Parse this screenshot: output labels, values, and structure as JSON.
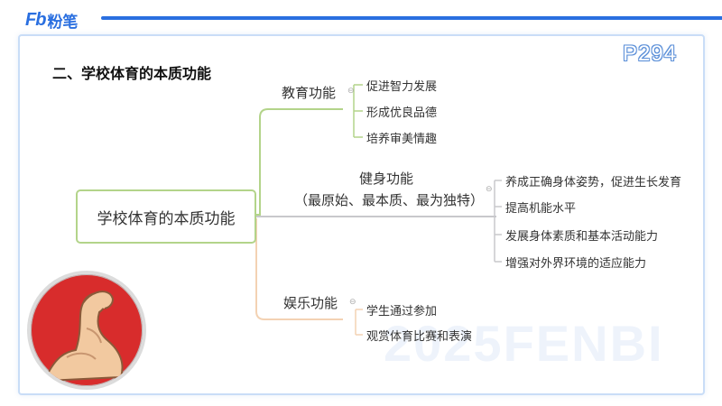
{
  "brand": {
    "logo_mark": "Fb",
    "logo_text": "粉笔",
    "watermark": "2025FENBI"
  },
  "page_ref": "P294",
  "section_title": "二、学校体育的本质功能",
  "mindmap": {
    "center": "学校体育的本质功能",
    "branches": [
      {
        "label": "教育功能",
        "items": [
          "促进智力发展",
          "形成优良品德",
          "培养审美情趣"
        ]
      },
      {
        "label": "健身功能",
        "sublabel": "（最原始、最本质、最为独特）",
        "items": [
          "养成正确身体姿势，促进生长发育",
          "提高机能水平",
          "发展身体素质和基本活动能力",
          "增强对外界环境的适应能力"
        ]
      },
      {
        "label": "娱乐功能",
        "items": [
          "学生通过参加",
          "观赏体育比赛和表演"
        ]
      }
    ]
  },
  "colors": {
    "brand_blue": "#2a6fe0",
    "green_branch": "#b3d48a",
    "gray_branch": "#c8c8cc",
    "orange_branch": "#f3d2b3",
    "mascot_red": "#d82c2c"
  }
}
